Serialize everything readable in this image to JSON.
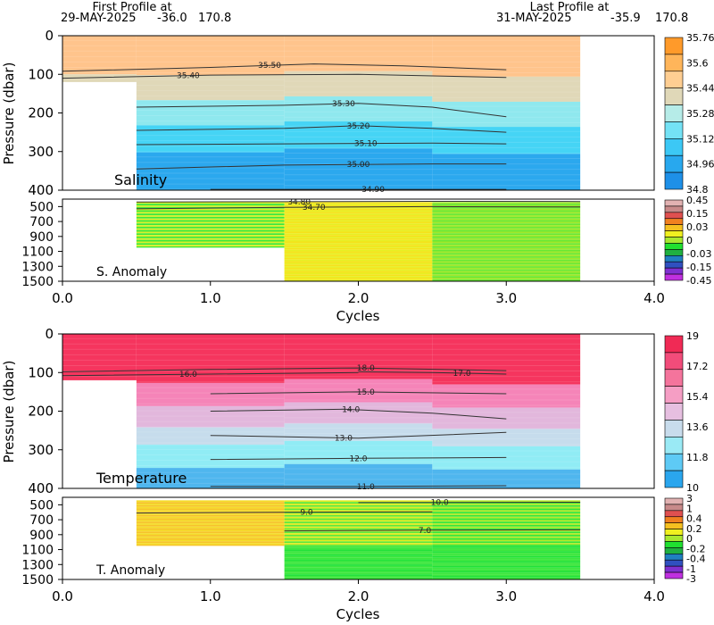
{
  "header": {
    "first_title": "First Profile at",
    "first_date": "29-MAY-2025",
    "first_lat": "-36.0",
    "first_lon": "170.8",
    "last_title": "Last Profile at",
    "last_date": "31-MAY-2025",
    "last_lat": "-35.9",
    "last_lon": "170.8"
  },
  "chart_data": [
    {
      "id": "salinity",
      "type": "heatmap",
      "label": "Salinity",
      "xlabel": "",
      "ylabel": "Pressure (dbar)",
      "xlim": [
        0,
        4
      ],
      "ylim": [
        400,
        0
      ],
      "yticks": [
        "0",
        "100",
        "200",
        "300",
        "400"
      ],
      "colorbar": [
        "35.76",
        "35.6",
        "35.44",
        "35.28",
        "35.12",
        "34.96",
        "34.8"
      ],
      "columns": [
        {
          "x0": 0.0,
          "x1": 0.5,
          "bottom": 120
        },
        {
          "x0": 0.5,
          "x1": 1.5,
          "bottom": 400
        },
        {
          "x0": 1.5,
          "x1": 2.5,
          "bottom": 400
        },
        {
          "x0": 2.5,
          "x1": 3.5,
          "bottom": 400
        }
      ],
      "bands": [
        {
          "from": 0,
          "to": 100,
          "color": "#ffc48c"
        },
        {
          "from": 100,
          "to": 165,
          "color": "#e0d8b8"
        },
        {
          "from": 165,
          "to": 230,
          "color": "#8fe8ee"
        },
        {
          "from": 230,
          "to": 300,
          "color": "#45d4f5"
        },
        {
          "from": 300,
          "to": 400,
          "color": "#2ba8ee"
        }
      ],
      "contours": [
        {
          "label": "35.50",
          "x": [
            0.0,
            1.0,
            1.7,
            2.3,
            3.0
          ],
          "y": [
            92,
            82,
            73,
            78,
            88
          ],
          "lx": 1.4
        },
        {
          "label": "35.40",
          "x": [
            0.0,
            1.0,
            2.0,
            3.0
          ],
          "y": [
            110,
            102,
            100,
            108
          ],
          "lx": 0.85
        },
        {
          "label": "35.30",
          "x": [
            0.5,
            1.5,
            2.0,
            2.5,
            3.0
          ],
          "y": [
            185,
            180,
            175,
            185,
            210
          ],
          "lx": 1.9
        },
        {
          "label": "35.20",
          "x": [
            0.5,
            1.5,
            2.0,
            2.5,
            3.0
          ],
          "y": [
            245,
            240,
            233,
            240,
            250
          ],
          "lx": 2.0
        },
        {
          "label": "35.10",
          "x": [
            0.5,
            1.5,
            2.5,
            3.0
          ],
          "y": [
            282,
            280,
            278,
            280
          ],
          "lx": 2.05
        },
        {
          "label": "35.00",
          "x": [
            0.5,
            1.5,
            2.5,
            3.0
          ],
          "y": [
            345,
            335,
            332,
            332
          ],
          "lx": 2.0
        },
        {
          "label": "34.90",
          "x": [
            1.0,
            2.0,
            3.0
          ],
          "y": [
            398,
            398,
            398
          ],
          "lx": 2.1
        }
      ]
    },
    {
      "id": "sal_anom",
      "type": "heatmap",
      "label": "S. Anomaly",
      "ylim": [
        1500,
        400
      ],
      "yticks": [
        "500",
        "700",
        "900",
        "1100",
        "1300",
        "1500"
      ],
      "xticks": [
        "0.0",
        "1.0",
        "2.0",
        "3.0",
        "4.0"
      ],
      "xlabel": "Cycles",
      "colorbar": [
        "0.45",
        "0.15",
        "0.03",
        "0",
        "-0.03",
        "-0.15",
        "-0.45"
      ],
      "contours": [
        {
          "label": "34.80",
          "x": [
            0.5,
            1.5,
            2.5,
            3.5
          ],
          "y": [
            440,
            435,
            430,
            432
          ],
          "lx": 1.6
        },
        {
          "label": "34.70",
          "x": [
            0.5,
            1.5,
            2.5,
            3.5
          ],
          "y": [
            530,
            510,
            500,
            505
          ],
          "lx": 1.7
        }
      ]
    },
    {
      "id": "temperature",
      "type": "heatmap",
      "label": "Temperature",
      "xlabel": "",
      "ylabel": "Pressure (dbar)",
      "xlim": [
        0,
        4
      ],
      "ylim": [
        400,
        0
      ],
      "yticks": [
        "0",
        "100",
        "200",
        "300",
        "400"
      ],
      "colorbar": [
        "19",
        "17.2",
        "15.4",
        "13.6",
        "11.8",
        "10"
      ],
      "columns": [
        {
          "x0": 0.0,
          "x1": 0.5,
          "bottom": 120
        },
        {
          "x0": 0.5,
          "x1": 1.5,
          "bottom": 400
        },
        {
          "x0": 1.5,
          "x1": 2.5,
          "bottom": 400
        },
        {
          "x0": 2.5,
          "x1": 3.5,
          "bottom": 400
        }
      ],
      "bands": [
        {
          "from": 0,
          "to": 125,
          "color": "#f5355e"
        },
        {
          "from": 125,
          "to": 185,
          "color": "#f584b8"
        },
        {
          "from": 185,
          "to": 240,
          "color": "#e2b7dc"
        },
        {
          "from": 240,
          "to": 285,
          "color": "#c6dcec"
        },
        {
          "from": 285,
          "to": 345,
          "color": "#90ecf5"
        },
        {
          "from": 345,
          "to": 400,
          "color": "#4fb6ee"
        }
      ],
      "contours": [
        {
          "label": "18.0",
          "x": [
            0.0,
            1.0,
            2.0,
            3.0
          ],
          "y": [
            98,
            92,
            88,
            95
          ],
          "lx": 2.05
        },
        {
          "label": "17.0",
          "x": [
            2.0,
            2.5,
            3.0
          ],
          "y": [
            98,
            100,
            104
          ],
          "lx": 2.7
        },
        {
          "label": "16.0",
          "x": [
            0.0,
            1.0,
            2.0
          ],
          "y": [
            108,
            104,
            100
          ],
          "lx": 0.85
        },
        {
          "label": "15.0",
          "x": [
            1.0,
            2.0,
            3.0
          ],
          "y": [
            155,
            150,
            155
          ],
          "lx": 2.05
        },
        {
          "label": "14.0",
          "x": [
            1.0,
            1.9,
            2.5,
            3.0
          ],
          "y": [
            200,
            195,
            205,
            220
          ],
          "lx": 1.95
        },
        {
          "label": "13.0",
          "x": [
            1.0,
            2.0,
            3.0
          ],
          "y": [
            263,
            270,
            255
          ],
          "lx": 1.9
        },
        {
          "label": "12.0",
          "x": [
            1.0,
            2.0,
            3.0
          ],
          "y": [
            325,
            322,
            320
          ],
          "lx": 2.0
        },
        {
          "label": "11.0",
          "x": [
            1.0,
            2.0,
            3.0
          ],
          "y": [
            395,
            395,
            393
          ],
          "lx": 2.05
        }
      ]
    },
    {
      "id": "temp_anom",
      "type": "heatmap",
      "label": "T. Anomaly",
      "ylim": [
        1500,
        400
      ],
      "yticks": [
        "500",
        "700",
        "900",
        "1100",
        "1300",
        "1500"
      ],
      "xticks": [
        "0.0",
        "1.0",
        "2.0",
        "3.0",
        "4.0"
      ],
      "xlabel": "Cycles",
      "colorbar": [
        "3",
        "1",
        "0.4",
        "0.2",
        "0",
        "-0.2",
        "-0.4",
        "-1",
        "-3"
      ],
      "contours": [
        {
          "label": "10.0",
          "x": [
            2.0,
            2.6,
            3.5
          ],
          "y": [
            470,
            468,
            466
          ],
          "lx": 2.55
        },
        {
          "label": "9.0",
          "x": [
            0.5,
            1.5,
            2.5
          ],
          "y": [
            610,
            600,
            595
          ],
          "lx": 1.65
        },
        {
          "label": "7.0",
          "x": [
            1.5,
            2.5,
            3.5
          ],
          "y": [
            850,
            840,
            835
          ],
          "lx": 2.45
        }
      ]
    }
  ]
}
